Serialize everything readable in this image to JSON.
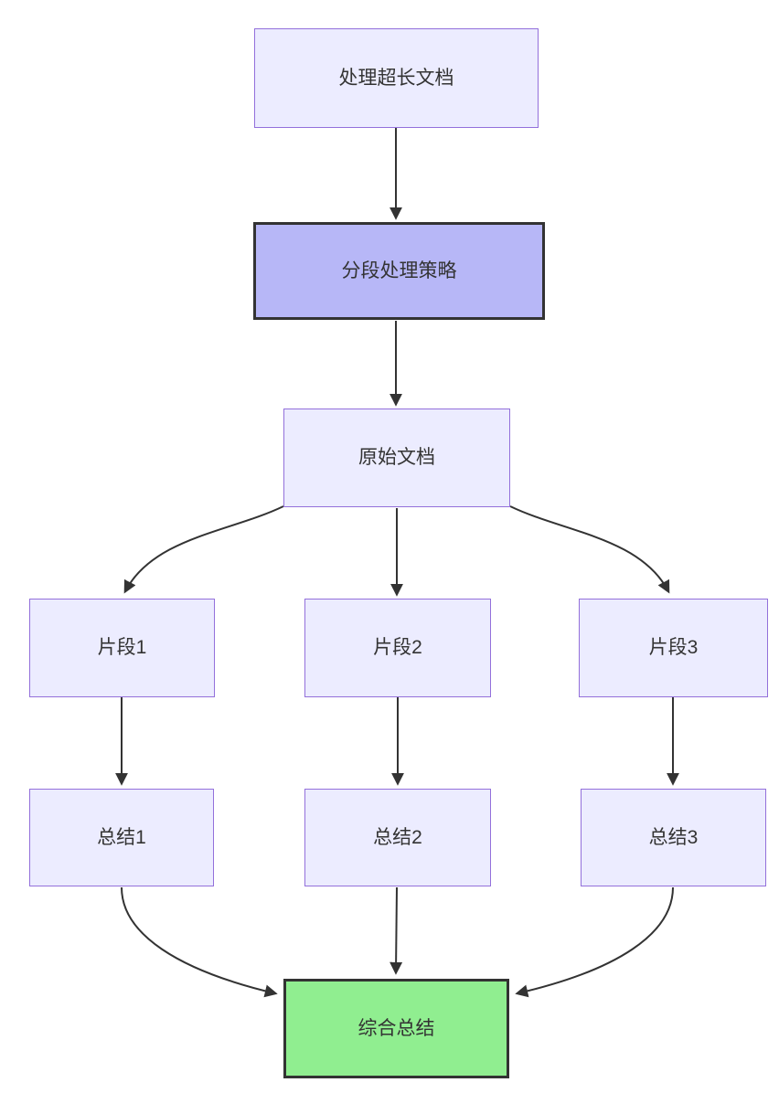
{
  "diagram": {
    "type": "flowchart",
    "direction": "top-down",
    "nodes": [
      {
        "id": "A",
        "label": "处理超长文档",
        "style": "default"
      },
      {
        "id": "B",
        "label": "分段处理策略",
        "style": "highlight"
      },
      {
        "id": "C",
        "label": "原始文档",
        "style": "default"
      },
      {
        "id": "D1",
        "label": "片段1",
        "style": "default"
      },
      {
        "id": "D2",
        "label": "片段2",
        "style": "default"
      },
      {
        "id": "D3",
        "label": "片段3",
        "style": "default"
      },
      {
        "id": "E1",
        "label": "总结1",
        "style": "default"
      },
      {
        "id": "E2",
        "label": "总结2",
        "style": "default"
      },
      {
        "id": "E3",
        "label": "总结3",
        "style": "default"
      }
    ],
    "result_node": {
      "id": "F",
      "label": "综合总结",
      "style": "result"
    },
    "edges": [
      {
        "from": "处理超长文档",
        "to": "分段处理策略"
      },
      {
        "from": "分段处理策略",
        "to": "原始文档"
      },
      {
        "from": "原始文档",
        "to": "片段1"
      },
      {
        "from": "原始文档",
        "to": "片段2"
      },
      {
        "from": "原始文档",
        "to": "片段3"
      },
      {
        "from": "片段1",
        "to": "总结1"
      },
      {
        "from": "片段2",
        "to": "总结2"
      },
      {
        "from": "片段3",
        "to": "总结3"
      },
      {
        "from": "总结1",
        "to": "综合总结"
      },
      {
        "from": "总结2",
        "to": "综合总结"
      },
      {
        "from": "总结3",
        "to": "综合总结"
      }
    ]
  },
  "colors": {
    "node_fill": "#ECECFF",
    "node_border": "#9370DB",
    "highlight_fill": "#b7b7f7",
    "result_fill": "#90EE90",
    "strong_border": "#333333",
    "edge_color": "#333333",
    "text_color": "#333333"
  }
}
